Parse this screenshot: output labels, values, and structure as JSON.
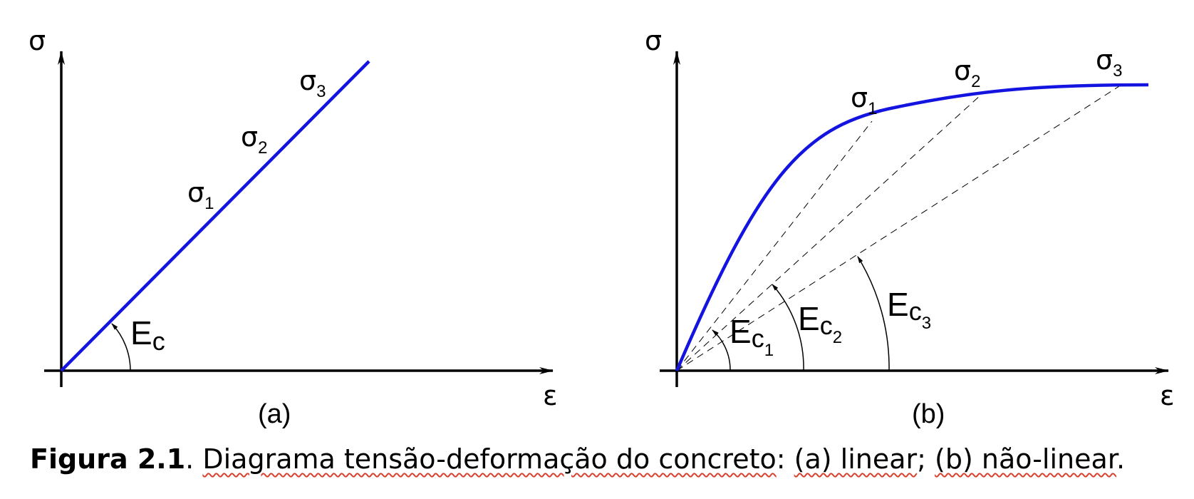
{
  "panel_a": {
    "y_axis_label": "σ",
    "x_axis_label": "ε",
    "panel_label": "(a)",
    "points": [
      {
        "symbol": "σ",
        "sub": "1"
      },
      {
        "symbol": "σ",
        "sub": "2"
      },
      {
        "symbol": "σ",
        "sub": "3"
      }
    ],
    "modulus": {
      "symbol": "E",
      "sub": "c"
    }
  },
  "panel_b": {
    "y_axis_label": "σ",
    "x_axis_label": "ε",
    "panel_label": "(b)",
    "points": [
      {
        "symbol": "σ",
        "sub": "1"
      },
      {
        "symbol": "σ",
        "sub": "2"
      },
      {
        "symbol": "σ",
        "sub": "3"
      }
    ],
    "moduli": [
      {
        "symbol": "E",
        "sub": "c",
        "subsub": "1"
      },
      {
        "symbol": "E",
        "sub": "c",
        "subsub": "2"
      },
      {
        "symbol": "E",
        "sub": "c",
        "subsub": "3"
      }
    ]
  },
  "caption": {
    "label": "Figura 2.1",
    "dot": ". ",
    "part1": "Diagrama tensão-deformação do concreto",
    "sep1": ": ",
    "part2": "(a) linear",
    "sep2": "; ",
    "part3": "(b) não-linear",
    "end": "."
  },
  "colors": {
    "curve": "#1414e0",
    "axes": "#000000",
    "underline": "#d9432e"
  }
}
